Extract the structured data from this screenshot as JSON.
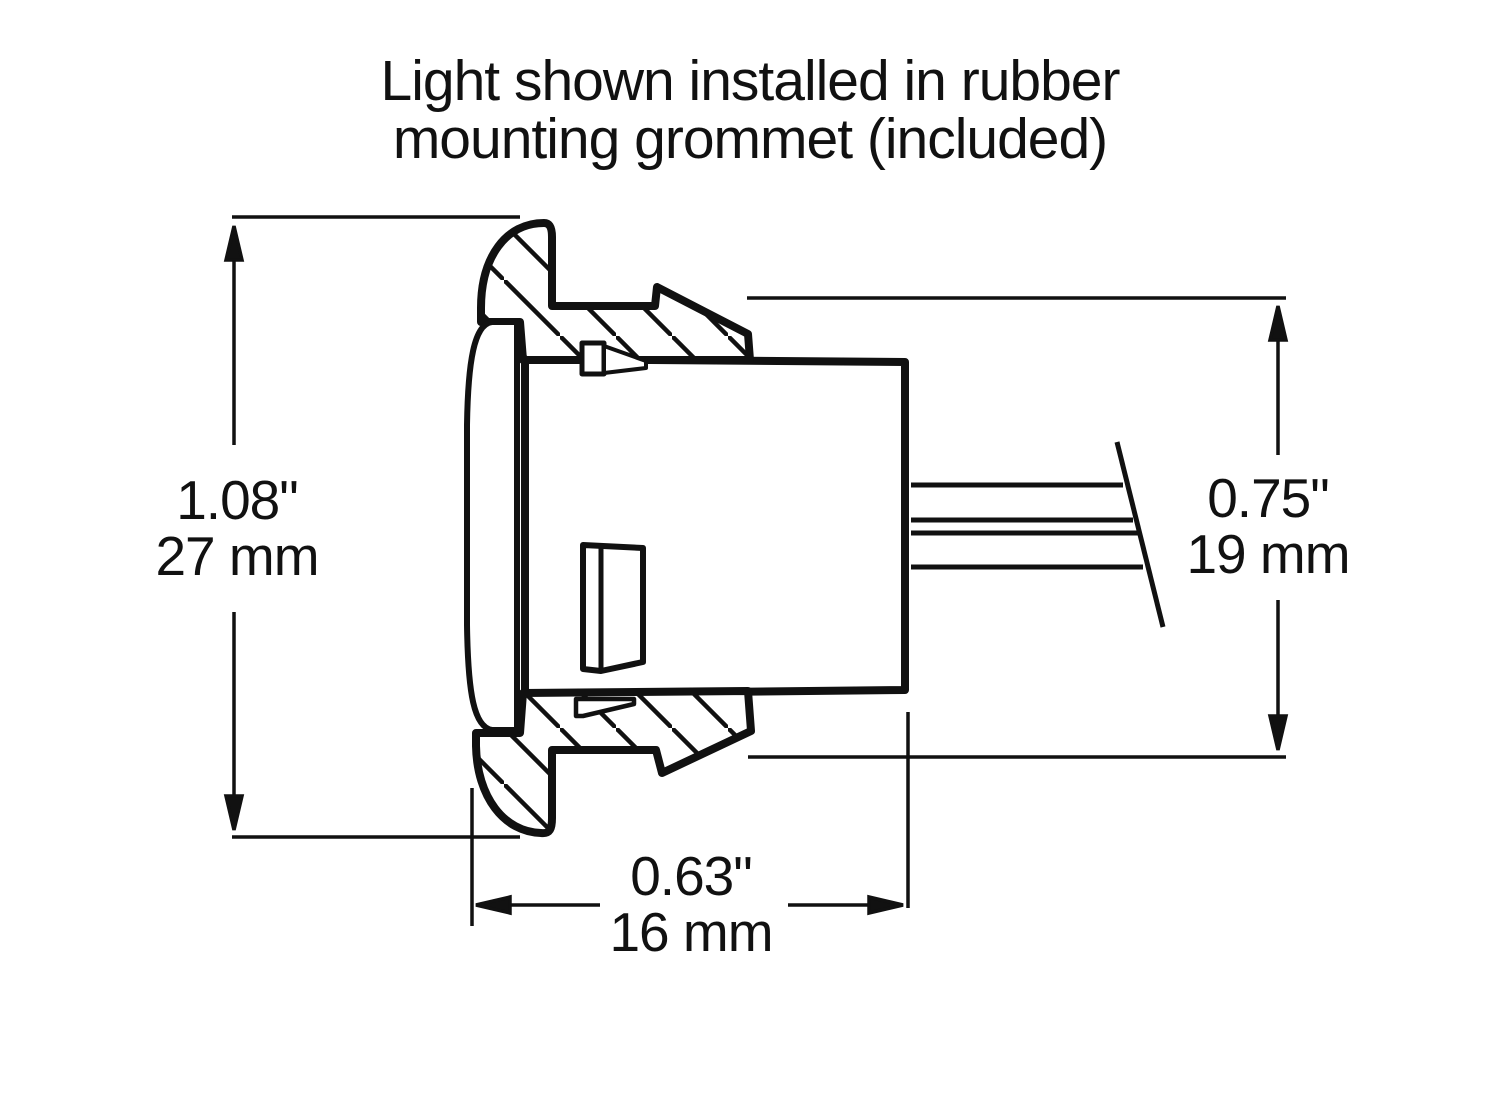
{
  "title": {
    "line1": "Light shown installed in rubber",
    "line2": "mounting grommet (included)"
  },
  "dimensions": {
    "overall_height": {
      "inches": "1.08\"",
      "metric": "27 mm"
    },
    "panel_opening_height": {
      "inches": "0.75\"",
      "metric": "19 mm"
    },
    "body_depth": {
      "inches": "0.63\"",
      "metric": "16 mm"
    }
  },
  "drawing": {
    "parts": [
      "rubber-grommet-cross-section-top",
      "rubber-grommet-cross-section-bottom",
      "light-body",
      "lens",
      "retention-clip",
      "led-block",
      "wire-leads",
      "wire-break-mark"
    ]
  },
  "colors": {
    "ink": "#111111",
    "background": "#ffffff"
  }
}
